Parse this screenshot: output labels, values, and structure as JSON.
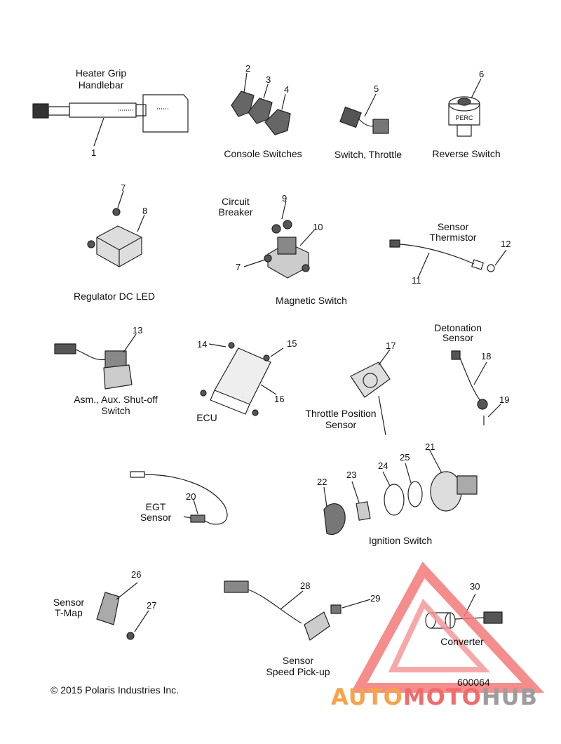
{
  "labels": {
    "heater_grip": "Heater Grip",
    "handlebar": "Handlebar",
    "console_switches": "Console Switches",
    "switch_throttle": "Switch, Throttle",
    "reverse_switch": "Reverse Switch",
    "perc": "PERC",
    "circuit": "Circuit",
    "breaker": "Breaker",
    "sensor_1": "Sensor",
    "thermistor": "Thermistor",
    "regulator": "Regulator DC LED",
    "magnetic_switch": "Magnetic Switch",
    "detonation": "Detonation",
    "sensor_2": "Sensor",
    "aux_1": "Asm., Aux. Shut-off",
    "aux_2": "Switch",
    "ecu": "ECU",
    "tps_1": "Throttle Position",
    "tps_2": "Sensor",
    "egt_1": "EGT",
    "egt_2": "Sensor",
    "ignition_switch": "Ignition Switch",
    "tmap_1": "Sensor",
    "tmap_2": "T-Map",
    "converter": "Converter",
    "speed_1": "Sensor",
    "speed_2": "Speed Pick-up",
    "copyright": "© 2015 Polaris Industries Inc.",
    "diagram_id": "600064"
  },
  "callouts": [
    "1",
    "2",
    "3",
    "4",
    "5",
    "6",
    "7",
    "8",
    "7",
    "9",
    "10",
    "11",
    "12",
    "13",
    "14",
    "15",
    "16",
    "17",
    "18",
    "19",
    "20",
    "21",
    "22",
    "23",
    "24",
    "25",
    "26",
    "27",
    "28",
    "29",
    "30"
  ],
  "watermark": {
    "part_a": "AUTO",
    "part_b": "MOTO",
    "part_c": "HUB",
    "color_a": "#f6a34a",
    "color_b": "#f26b6b",
    "color_c": "#9d9d9d"
  }
}
